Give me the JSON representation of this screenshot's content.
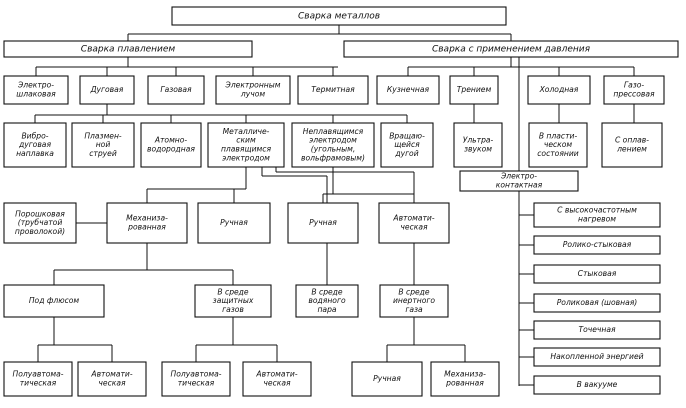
{
  "nodes": {
    "root": [
      "Сварка металлов"
    ],
    "fusion": [
      "Сварка плавлением"
    ],
    "pressure": [
      "Сварка с применением давления"
    ],
    "electroslag": [
      "Электро-",
      "шлаковая"
    ],
    "arc": [
      "Дуговая"
    ],
    "gas": [
      "Газовая"
    ],
    "ebeam": [
      "Электронным",
      "лучом"
    ],
    "thermit": [
      "Термитная"
    ],
    "forge": [
      "Кузнечная"
    ],
    "friction": [
      "Трением"
    ],
    "cold": [
      "Холодная"
    ],
    "gaspress": [
      "Газо-",
      "прессовая"
    ],
    "vibro": [
      "Вибро-",
      "дуговая",
      "наплавка"
    ],
    "plasma": [
      "Плазмен-",
      "ной",
      "струей"
    ],
    "atomhyd": [
      "Атомно-",
      "водородная"
    ],
    "consum": [
      "Металличе-",
      "ским",
      "плавящимся",
      "электродом"
    ],
    "noncons": [
      "Неплавящимся",
      "электродом",
      "(угольным,",
      "вольфрамовым)"
    ],
    "rotarc": [
      "Вращаю-",
      "щейся",
      "дугой"
    ],
    "ultra": [
      "Ультра-",
      "звуком"
    ],
    "plastic": [
      "В пласти-",
      "ческом",
      "состоянии"
    ],
    "melt": [
      "С оплав-",
      "лением"
    ],
    "powder": [
      "Порошковая",
      "(трубчатой",
      "проволокой)"
    ],
    "mech": [
      "Механиза-",
      "рованная"
    ],
    "manual1": [
      "Ручная"
    ],
    "manual2": [
      "Ручная"
    ],
    "auto2": [
      "Автомати-",
      "ческая"
    ],
    "econtact": [
      "Электро-",
      "контактная"
    ],
    "hf": [
      "С высокочастотным",
      "нагревом"
    ],
    "roller_butt": [
      "Ролико-стыковая"
    ],
    "butt": [
      "Стыковая"
    ],
    "seam": [
      "Роликовая (шовная)"
    ],
    "spot": [
      "Точечная"
    ],
    "stored": [
      "Накопленной энергией"
    ],
    "vacuum": [
      "В вакууме"
    ],
    "underflux": [
      "Под флюсом"
    ],
    "shield": [
      "В среде",
      "защитных",
      "газов"
    ],
    "steam": [
      "В среде",
      "водяного",
      "пара"
    ],
    "inert": [
      "В среде",
      "инертного",
      "газа"
    ],
    "semiauto1": [
      "Полуавтома-",
      "тическая"
    ],
    "auto1": [
      "Автомати-",
      "ческая"
    ],
    "semiauto2": [
      "Полуавтома-",
      "тическая"
    ],
    "auto3": [
      "Автомати-",
      "ческая"
    ],
    "manual3": [
      "Ручная"
    ],
    "mech2": [
      "Механиза-",
      "рованная"
    ]
  }
}
